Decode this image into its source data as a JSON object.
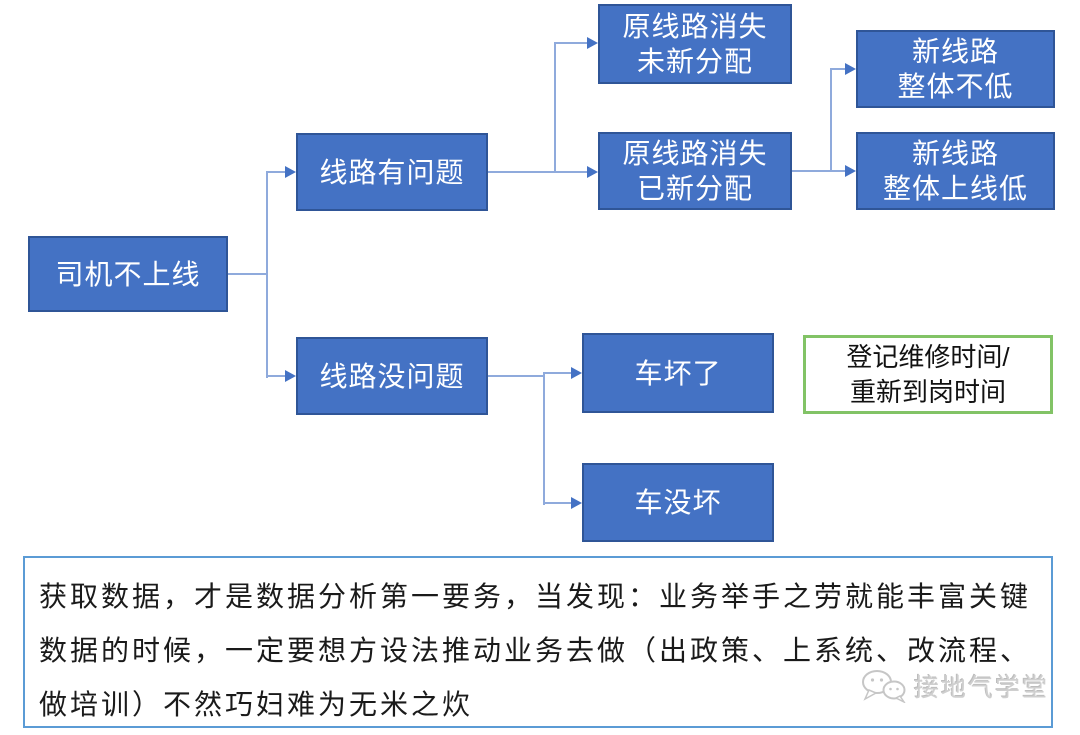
{
  "diagram": {
    "nodes": {
      "driver": {
        "label": "司机不上线"
      },
      "route_problem": {
        "label": "线路有问题"
      },
      "old_route_unassigned": {
        "label": "原线路消失\n未新分配"
      },
      "old_route_assigned": {
        "label": "原线路消失\n已新分配"
      },
      "new_route_not_low": {
        "label": "新线路\n整体不低"
      },
      "new_route_low": {
        "label": "新线路\n整体上线低"
      },
      "route_ok": {
        "label": "线路没问题"
      },
      "car_broken": {
        "label": "车坏了"
      },
      "car_ok": {
        "label": "车没坏"
      },
      "repair_note": {
        "label": "登记维修时间/\n重新到岗时间"
      }
    },
    "colors": {
      "node_fill": "#4472C4",
      "node_border": "#2F5597",
      "connector_line": "#8FAADC",
      "arrowhead": "#4472C4",
      "note_border": "#82C366",
      "footer_border": "#5B9BD5",
      "watermark_gray": "#CFCFCF"
    }
  },
  "footer": {
    "lines": [
      "获取数据，才是数据分析第一要务，当发现：业务举手之劳就能丰富关键",
      "数据的时候，一定要想方设法推动业务去做（出政策、上系统、改流程、",
      "做培训）不然巧妇难为无米之炊"
    ]
  },
  "watermark": {
    "label": "接地气学堂"
  }
}
